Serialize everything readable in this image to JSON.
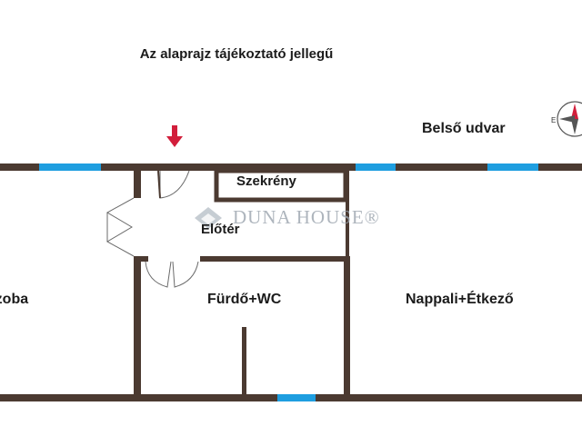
{
  "title": "Az alaprajz tájékoztató jellegű",
  "rooms": {
    "courtyard": "Belső udvar",
    "closet": "Szekrény",
    "hallway": "Előtér",
    "bathroom": "Fürdő+WC",
    "living": "Nappali+Étkező",
    "room_left": "Szoba"
  },
  "watermark": "DUNA HOUSE®",
  "colors": {
    "wall": "#4b3a31",
    "window": "#1e9ee0",
    "arrow": "#d21e3b",
    "text": "#1b1b1b",
    "watermark": "#9aa3ad"
  },
  "icons": [
    "compass-icon",
    "entrance-arrow-icon",
    "door-icon"
  ]
}
